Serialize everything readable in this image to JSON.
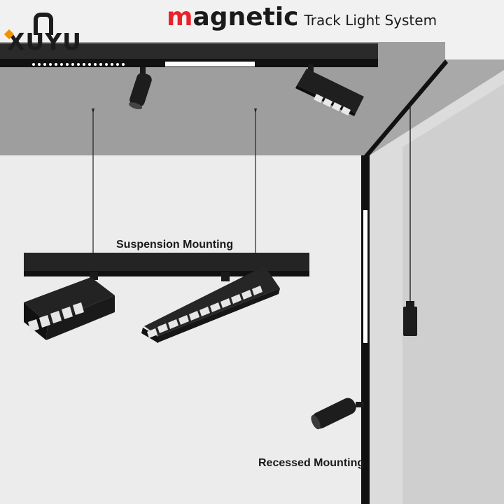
{
  "brand": {
    "name": "XUYU",
    "accent_color": "#f29100"
  },
  "headline": {
    "word_first_letter": "m",
    "word_rest": "agnetic",
    "subtitle": "Track Light System",
    "accent_color": "#e8232b"
  },
  "labels": {
    "suspension": "Suspension Mounting",
    "recessed": "Recessed Mounting"
  },
  "icons": {
    "ceiling_track": "ceiling-track-icon",
    "spot_light": "spot-light-icon",
    "grille_light": "grille-light-icon",
    "pendant_light": "pendant-light-icon"
  }
}
